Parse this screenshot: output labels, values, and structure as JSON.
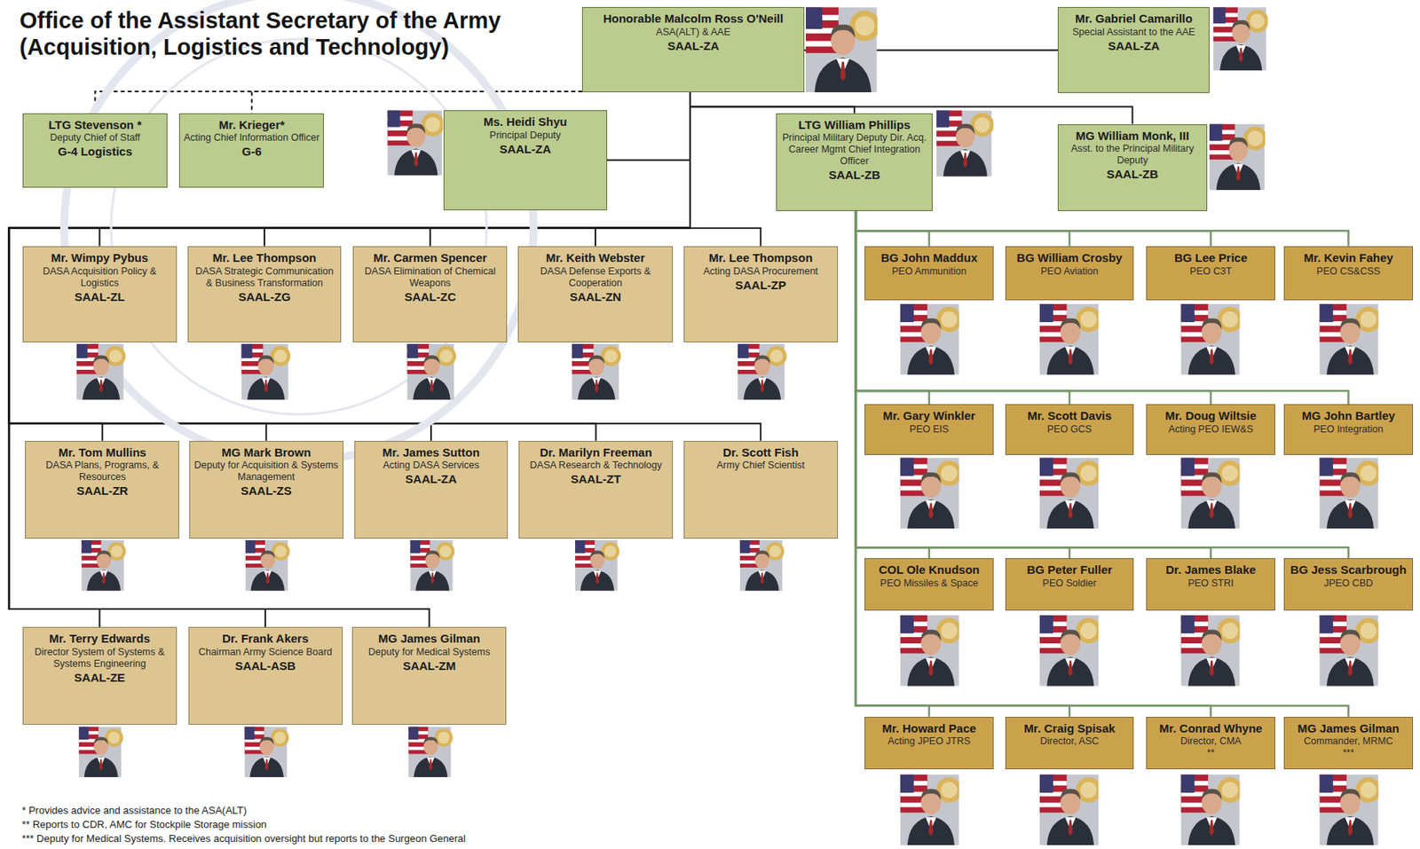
{
  "diagram": {
    "title": "Office of the Assistant Secretary of the Army (Acquisition, Logistics and Technology)",
    "nodes": [
      {
        "text": [
          "Honorable Malcolm Ross O'Neill",
          "ASA(ALT) & AAE",
          "SAAL-ZA"
        ]
      },
      {
        "text": [
          "Mr. Gabriel Camarillo",
          "Special Assistant to the AAE",
          "SAAL-ZA"
        ]
      },
      {
        "text": [
          "LTG Stevenson *",
          "Deputy Chief of Staff",
          "G-4 Logistics"
        ]
      },
      {
        "text": [
          "Mr. Krieger*",
          "Acting Chief Information Officer",
          "G-6"
        ]
      },
      {
        "text": [
          "Ms. Heidi Shyu",
          "Principal Deputy",
          "SAAL-ZA"
        ]
      },
      {
        "text": [
          "LTG William Phillips",
          "Principal Military Deputy Dir. Acq. Career Mgmt Chief Integration Officer",
          "SAAL-ZB"
        ]
      },
      {
        "text": [
          "MG William Monk, III",
          "Asst. to the Principal Military Deputy",
          "SAAL-ZB"
        ]
      },
      {
        "text": [
          "Mr. Wimpy Pybus",
          "DASA Acquisition Policy & Logistics",
          "SAAL-ZL"
        ]
      },
      {
        "text": [
          "Mr. Lee Thompson",
          "DASA Strategic Communication & Business Transformation",
          "SAAL-ZG"
        ]
      },
      {
        "text": [
          "Mr. Carmen Spencer",
          "DASA Elimination of Chemical Weapons",
          "SAAL-ZC"
        ]
      },
      {
        "text": [
          "Mr. Keith Webster",
          "DASA Defense Exports & Cooperation",
          "SAAL-ZN"
        ]
      },
      {
        "text": [
          "Mr. Lee Thompson",
          "Acting DASA Procurement",
          "SAAL-ZP"
        ]
      },
      {
        "text": [
          "Mr. Tom Mullins",
          "DASA Plans, Programs, & Resources",
          "SAAL-ZR"
        ]
      },
      {
        "text": [
          "MG Mark Brown",
          "Deputy for Acquisition & Systems Management",
          "SAAL-ZS"
        ]
      },
      {
        "text": [
          "Mr. James Sutton",
          "Acting DASA Services",
          "SAAL-ZA"
        ]
      },
      {
        "text": [
          "Dr. Marilyn Freeman",
          "DASA Research & Technology",
          "SAAL-ZT"
        ]
      },
      {
        "text": [
          "Dr. Scott Fish",
          "Army Chief Scientist"
        ]
      },
      {
        "text": [
          "Mr. Terry Edwards",
          "Director System of Systems & Systems Engineering",
          "SAAL-ZE"
        ]
      },
      {
        "text": [
          "Dr. Frank Akers",
          "Chairman Army Science Board",
          "SAAL-ASB"
        ]
      },
      {
        "text": [
          "MG James Gilman",
          "Deputy for Medical Systems",
          "SAAL-ZM"
        ]
      },
      {
        "text": [
          "BG John Maddux",
          "PEO Ammunition"
        ]
      },
      {
        "text": [
          "BG William Crosby",
          "PEO Aviation"
        ]
      },
      {
        "text": [
          "BG Lee Price",
          "PEO C3T"
        ]
      },
      {
        "text": [
          "Mr. Kevin Fahey",
          "PEO CS&CSS"
        ]
      },
      {
        "text": [
          "Mr. Gary Winkler",
          "PEO EIS"
        ]
      },
      {
        "text": [
          "Mr. Scott Davis",
          "PEO GCS"
        ]
      },
      {
        "text": [
          "Mr. Doug Wiltsie",
          "Acting PEO IEW&S"
        ]
      },
      {
        "text": [
          "MG John Bartley",
          "PEO Integration"
        ]
      },
      {
        "text": [
          "COL Ole Knudson",
          "PEO Missiles & Space"
        ]
      },
      {
        "text": [
          "BG Peter Fuller",
          "PEO Soldier"
        ]
      },
      {
        "text": [
          "Dr. James Blake",
          "PEO STRI"
        ]
      },
      {
        "text": [
          "BG Jess Scarbrough",
          "JPEO CBD"
        ]
      },
      {
        "text": [
          "Mr. Howard Pace",
          "Acting JPEO JTRS"
        ]
      },
      {
        "text": [
          "Mr. Craig Spisak",
          "Director, ASC"
        ]
      },
      {
        "text": [
          "Mr. Conrad Whyne",
          "Director, CMA",
          "**"
        ]
      },
      {
        "text": [
          "MG James Gilman",
          "Commander, MRMC",
          "***"
        ]
      }
    ],
    "edges": [
      {
        "from": 0,
        "to": 1,
        "arrow": "none"
      },
      {
        "from": 0,
        "to": 2,
        "arrow": "none"
      },
      {
        "from": 0,
        "to": 3,
        "arrow": "none"
      },
      {
        "from": 0,
        "to": 4,
        "arrow": "none"
      },
      {
        "from": 0,
        "to": 5,
        "arrow": "none"
      },
      {
        "from": 0,
        "to": 6,
        "arrow": "none"
      },
      {
        "from": 0,
        "to": 7,
        "arrow": "none"
      },
      {
        "from": 0,
        "to": 8,
        "arrow": "none"
      },
      {
        "from": 0,
        "to": 9,
        "arrow": "none"
      },
      {
        "from": 0,
        "to": 10,
        "arrow": "none"
      },
      {
        "from": 0,
        "to": 11,
        "arrow": "none"
      },
      {
        "from": 0,
        "to": 12,
        "arrow": "none"
      },
      {
        "from": 0,
        "to": 13,
        "arrow": "none"
      },
      {
        "from": 0,
        "to": 14,
        "arrow": "none"
      },
      {
        "from": 0,
        "to": 15,
        "arrow": "none"
      },
      {
        "from": 0,
        "to": 16,
        "arrow": "none"
      },
      {
        "from": 0,
        "to": 17,
        "arrow": "none"
      },
      {
        "from": 0,
        "to": 18,
        "arrow": "none"
      },
      {
        "from": 0,
        "to": 19,
        "arrow": "none"
      },
      {
        "from": 5,
        "to": 20,
        "arrow": "none"
      },
      {
        "from": 5,
        "to": 21,
        "arrow": "none"
      },
      {
        "from": 5,
        "to": 22,
        "arrow": "none"
      },
      {
        "from": 5,
        "to": 23,
        "arrow": "none"
      },
      {
        "from": 5,
        "to": 24,
        "arrow": "none"
      },
      {
        "from": 5,
        "to": 25,
        "arrow": "none"
      },
      {
        "from": 5,
        "to": 26,
        "arrow": "none"
      },
      {
        "from": 5,
        "to": 27,
        "arrow": "none"
      },
      {
        "from": 5,
        "to": 28,
        "arrow": "none"
      },
      {
        "from": 5,
        "to": 29,
        "arrow": "none"
      },
      {
        "from": 5,
        "to": 30,
        "arrow": "none"
      },
      {
        "from": 5,
        "to": 31,
        "arrow": "none"
      },
      {
        "from": 5,
        "to": 32,
        "arrow": "none"
      },
      {
        "from": 5,
        "to": 33,
        "arrow": "none"
      },
      {
        "from": 5,
        "to": 34,
        "arrow": "none"
      },
      {
        "from": 5,
        "to": 35,
        "arrow": "none"
      }
    ],
    "labels": [
      "* Provides advice and assistance to the ASA(ALT)",
      "** Reports to CDR, AMC for Stockpile Storage mission",
      "*** Deputy for Medical Systems. Receives acquisition oversight but reports to the Surgeon General"
    ]
  }
}
